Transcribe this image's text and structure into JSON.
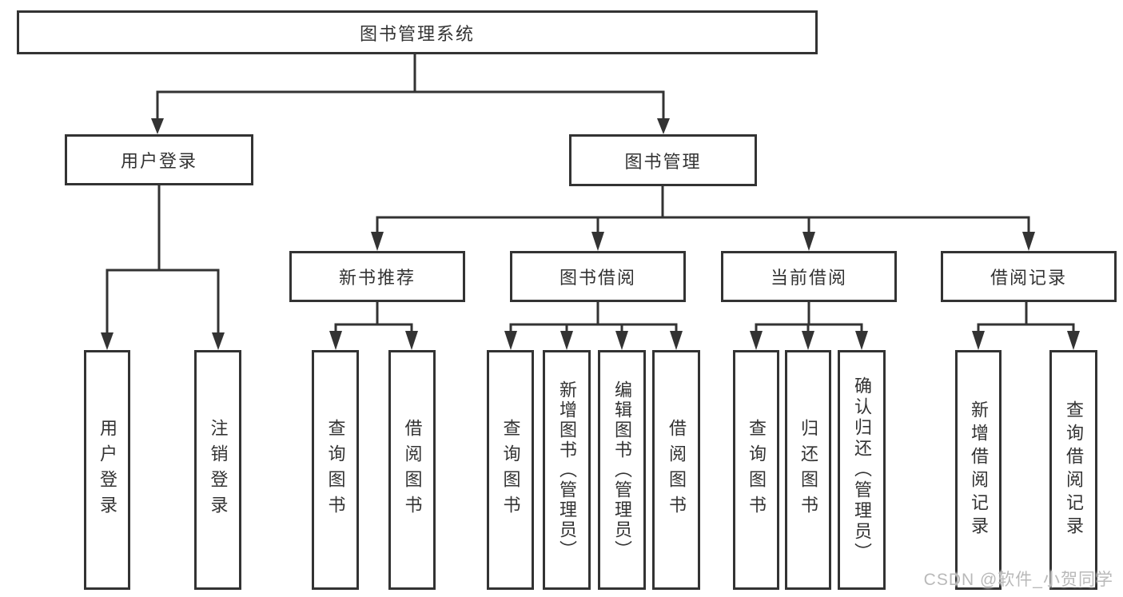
{
  "colors": {
    "line": "#333333",
    "box_border": "#333333",
    "text": "#333333",
    "background": "#ffffff",
    "watermark": "#b9b9b9"
  },
  "watermark": {
    "text": "CSDN @软件_小贺同学"
  },
  "diagram": {
    "root": {
      "label": "图书管理系统"
    },
    "branches": [
      {
        "label": "用户登录",
        "children": [
          {
            "label": "用户登录"
          },
          {
            "label": "注销登录"
          }
        ]
      },
      {
        "label": "图书管理",
        "children": [
          {
            "label": "新书推荐",
            "children": [
              {
                "label": "查询图书"
              },
              {
                "label": "借阅图书"
              }
            ]
          },
          {
            "label": "图书借阅",
            "children": [
              {
                "label": "查询图书"
              },
              {
                "label": "新增图书（管理员）"
              },
              {
                "label": "编辑图书（管理员）"
              },
              {
                "label": "借阅图书"
              }
            ]
          },
          {
            "label": "当前借阅",
            "children": [
              {
                "label": "查询图书"
              },
              {
                "label": "归还图书"
              },
              {
                "label": "确认归还（管理员）"
              }
            ]
          },
          {
            "label": "借阅记录",
            "children": [
              {
                "label": "新增借阅记录"
              },
              {
                "label": "查询借阅记录"
              }
            ]
          }
        ]
      }
    ]
  }
}
